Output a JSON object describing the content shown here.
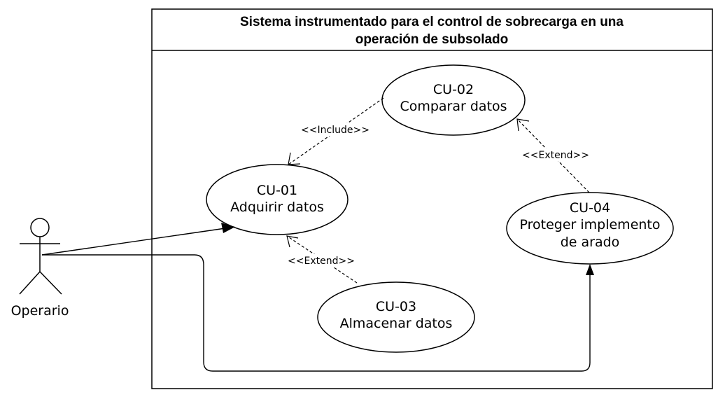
{
  "system": {
    "title_line1": "Sistema instrumentado para el control de sobrecarga en una",
    "title_line2": "operación de subsolado"
  },
  "actor": {
    "label": "Operario"
  },
  "use_cases": {
    "cu02": {
      "id": "CU-02",
      "name": "Comparar datos"
    },
    "cu01": {
      "id": "CU-01",
      "name": "Adquirir datos"
    },
    "cu04": {
      "id": "CU-04",
      "name_line1": "Proteger implemento",
      "name_line2": "de arado"
    },
    "cu03": {
      "id": "CU-03",
      "name": "Almacenar datos"
    }
  },
  "relations": {
    "include_label": "<<Include>>",
    "extend_cu04_label": "<<Extend>>",
    "extend_cu03_label": "<<Extend>>"
  }
}
